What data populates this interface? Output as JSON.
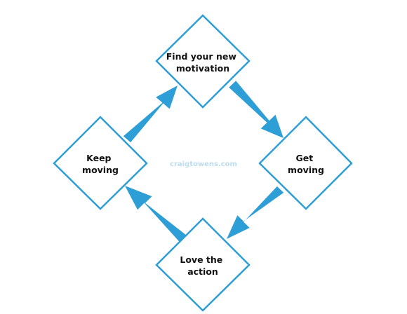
{
  "diagram": {
    "colors": {
      "accent": "#2E9ED6",
      "text": "#111111",
      "watermark": "#BCDCF0"
    },
    "nodes": [
      {
        "id": "find-motivation",
        "lines": [
          "Find your new",
          "motivation"
        ]
      },
      {
        "id": "get-moving",
        "lines": [
          "Get",
          "moving"
        ]
      },
      {
        "id": "love-action",
        "lines": [
          "Love the",
          "action"
        ]
      },
      {
        "id": "keep-moving",
        "lines": [
          "Keep",
          "moving"
        ]
      }
    ],
    "arrows": [
      {
        "from": "find-motivation",
        "to": "get-moving"
      },
      {
        "from": "get-moving",
        "to": "love-action"
      },
      {
        "from": "love-action",
        "to": "keep-moving"
      },
      {
        "from": "keep-moving",
        "to": "find-motivation"
      }
    ],
    "watermark": "craigtowens.com"
  }
}
